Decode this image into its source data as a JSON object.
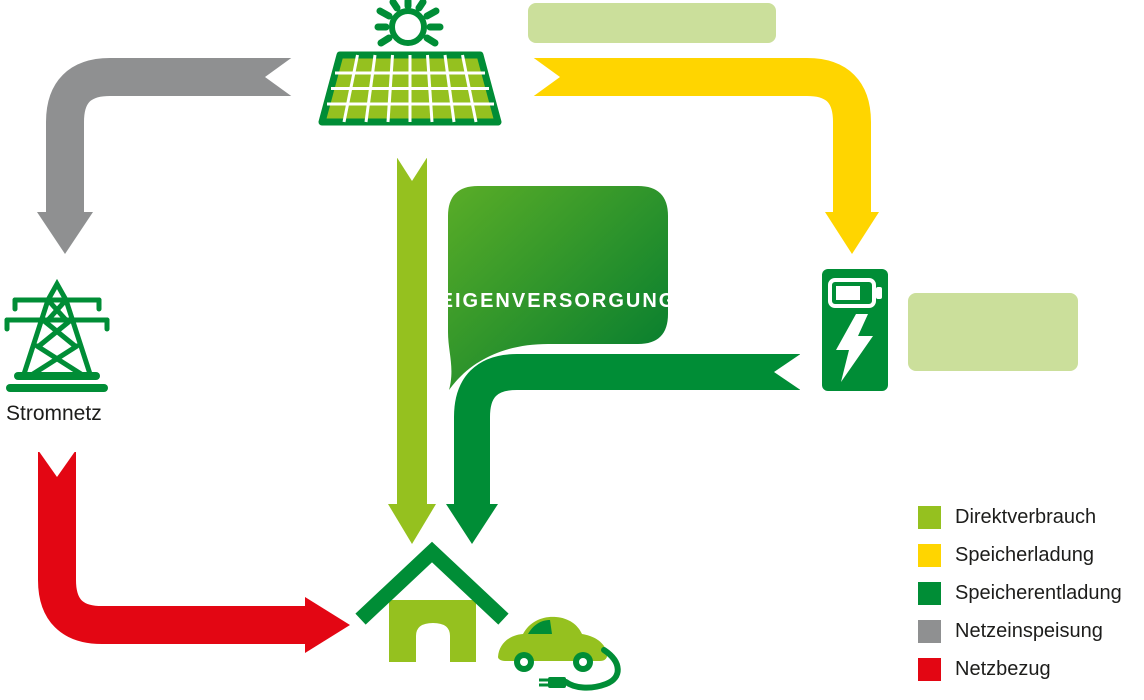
{
  "bubble": {
    "label": "EIGENVERSORGUNG"
  },
  "grid": {
    "label": "Stromnetz"
  },
  "legend": {
    "items": [
      {
        "label": "Direktverbrauch",
        "color": "#95c11f"
      },
      {
        "label": "Speicherladung",
        "color": "#ffd500"
      },
      {
        "label": "Speicherentladung",
        "color": "#008d36"
      },
      {
        "label": "Netzeinspeisung",
        "color": "#8f9091"
      },
      {
        "label": "Netzbezug",
        "color": "#e30613"
      }
    ]
  },
  "colors": {
    "icon_green_dark": "#008d36",
    "icon_green_light": "#95c11f",
    "placeholder": "#cbdf9b",
    "bubble_gradient_start": "#5aad27",
    "bubble_gradient_end": "#007a30",
    "bubble_text": "#ffffff"
  },
  "icons": {
    "sun": "sun-icon",
    "solar_panel": "solar-panel-icon",
    "power_pylon": "power-pylon-icon",
    "battery_storage": "battery-storage-icon",
    "house": "house-icon",
    "electric_car": "electric-car-icon",
    "plug": "plug-icon"
  }
}
